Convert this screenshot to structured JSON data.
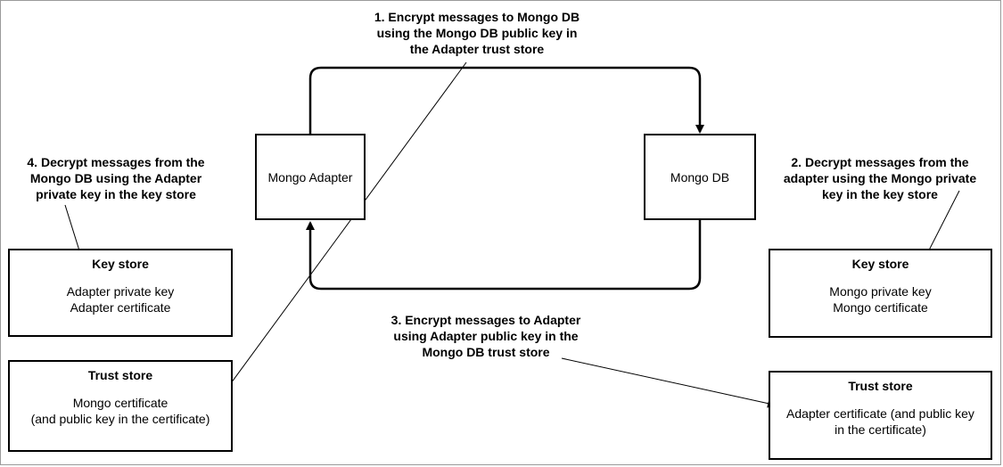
{
  "nodes": {
    "adapter": "Mongo Adapter",
    "mongodb": "Mongo DB"
  },
  "adapter_key_store": {
    "title": "Key store",
    "lines": [
      "Adapter private key",
      "Adapter certificate"
    ]
  },
  "adapter_trust_store": {
    "title": "Trust store",
    "lines": [
      "Mongo certificate",
      "(and public key in the certificate)"
    ]
  },
  "mongo_key_store": {
    "title": "Key store",
    "lines": [
      "Mongo private key",
      "Mongo certificate"
    ]
  },
  "mongo_trust_store": {
    "title": "Trust store",
    "lines": [
      "Adapter certificate (and public key",
      "in the certificate)"
    ]
  },
  "notes": {
    "step1": [
      "1. Encrypt messages to Mongo DB",
      "using the Mongo DB public key in",
      "the Adapter trust store"
    ],
    "step2": [
      "2. Decrypt messages from the",
      "adapter using the Mongo private",
      "key in the key store"
    ],
    "step3": [
      "3. Encrypt messages to Adapter",
      "using Adapter public key in the",
      "Mongo DB trust store"
    ],
    "step4": [
      "4. Decrypt messages from the",
      "Mongo DB using the Adapter",
      "private key in the key store"
    ]
  }
}
